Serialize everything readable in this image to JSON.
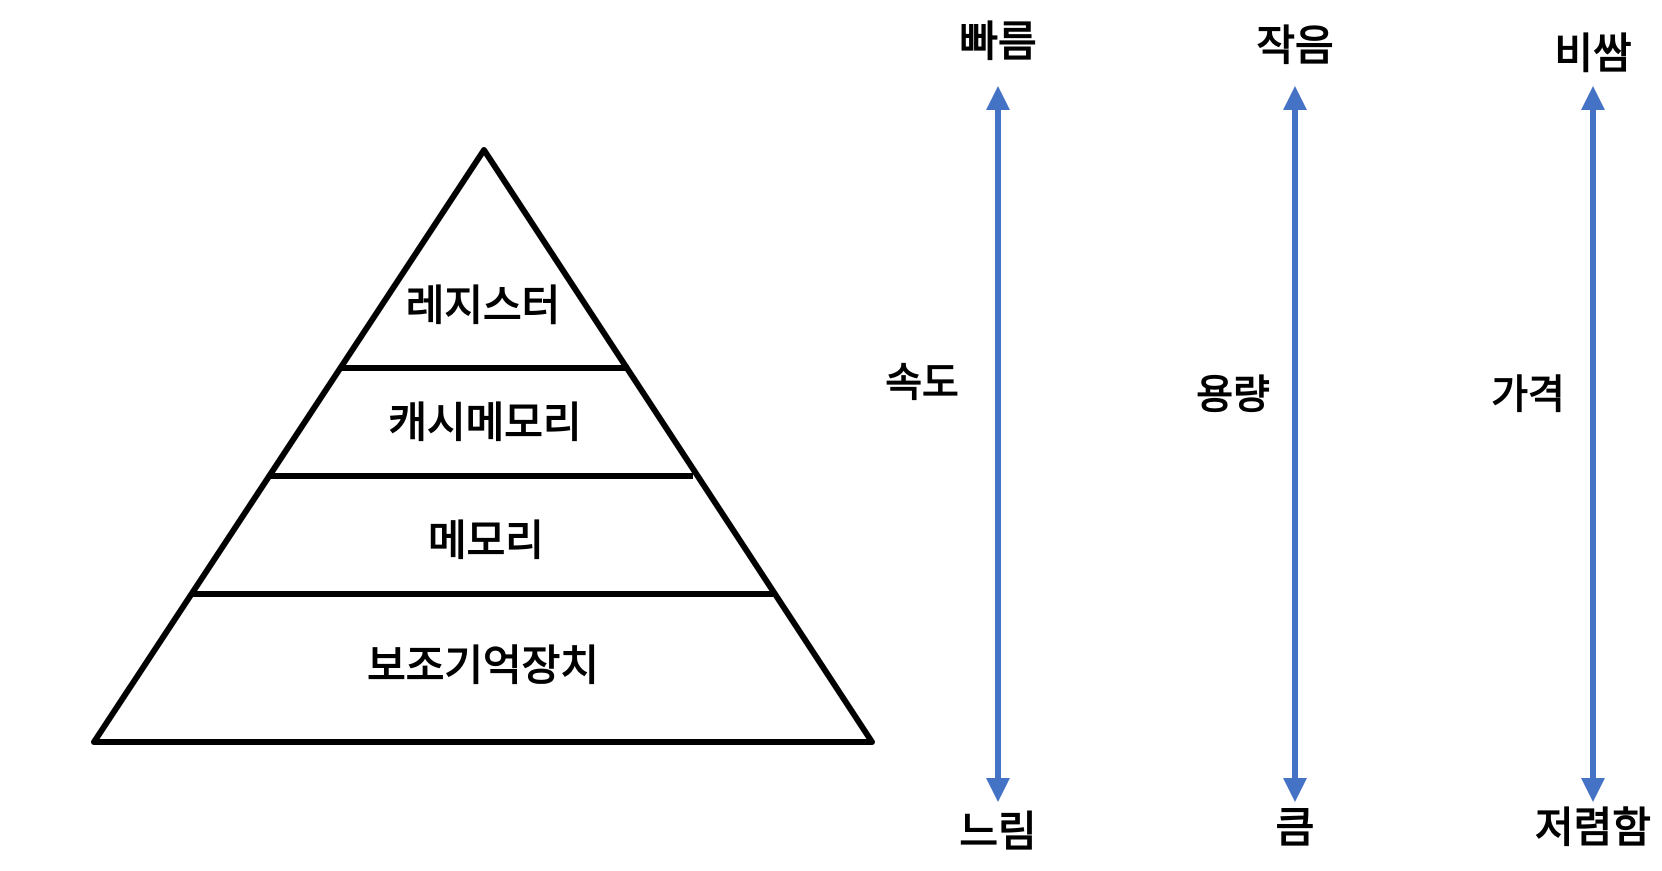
{
  "colors": {
    "outline": "#000000",
    "arrow": "#4472C4",
    "background": "#FFFFFF"
  },
  "pyramid": {
    "tiers": [
      {
        "label": "레지스터"
      },
      {
        "label": "캐시메모리"
      },
      {
        "label": "메모리"
      },
      {
        "label": "보조기억장치"
      }
    ]
  },
  "scales": [
    {
      "name": "속도",
      "top": "빠름",
      "bottom": "느림"
    },
    {
      "name": "용량",
      "top": "작음",
      "bottom": "큼"
    },
    {
      "name": "가격",
      "top": "비쌈",
      "bottom": "저렴함"
    }
  ]
}
